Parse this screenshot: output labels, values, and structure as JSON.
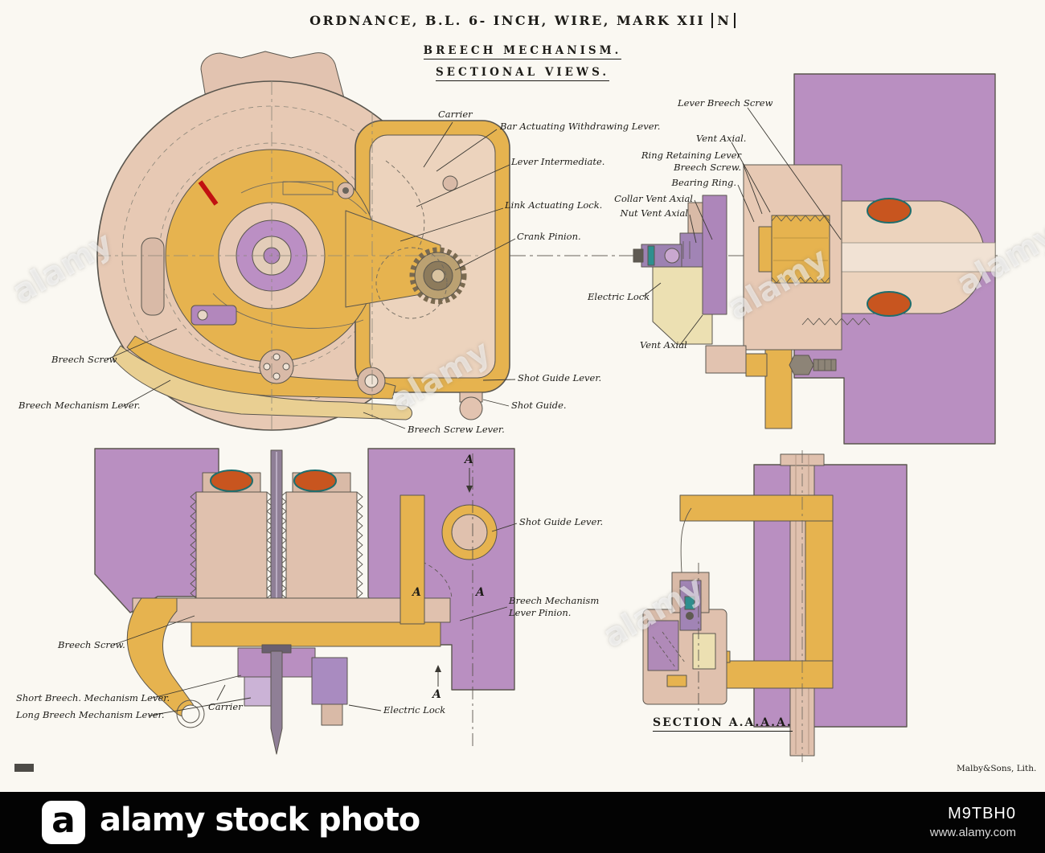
{
  "title": {
    "line1": "ORDNANCE, B.L. 6- INCH, WIRE, MARK XII",
    "mark_letter": "N",
    "line2": "BREECH MECHANISM.",
    "line3": "SECTIONAL VIEWS."
  },
  "labels": {
    "carrier_top": "Carrier",
    "bar_actuating_withdrawing_lever": "Bar Actuating Withdrawing Lever.",
    "lever_intermediate": "Lever Intermediate.",
    "link_actuating_lock": "Link Actuating Lock.",
    "crank_pinion": "Crank Pinion.",
    "breech_screw_top": "Breech Screw",
    "breech_mechanism_lever": "Breech Mechanism Lever.",
    "shot_guide_lever_top": "Shot Guide Lever.",
    "shot_guide": "Shot Guide.",
    "breech_screw_lever": "Breech Screw Lever.",
    "lever_breech_screw": "Lever Breech Screw",
    "vent_axial_top": "Vent Axial.",
    "ring_retaining": "Ring Retaining Lever\nBreech Screw.",
    "bearing_ring": "Bearing Ring.",
    "collar_vent_axial": "Collar Vent Axial",
    "nut_vent_axial": "Nut Vent Axial",
    "electric_lock_right": "Electric Lock",
    "vent_axial_bottom": "Vent Axial",
    "shot_guide_lever_bottom": "Shot Guide Lever.",
    "breech_mechanism_lever_pinion": "Breech Mechanism\nLever Pinion.",
    "breech_screw_bottom": "Breech Screw.",
    "short_breech_mechanism_lever": "Short Breech. Mechanism Lever.",
    "long_breech_mechanism_lever": "Long Breech Mechanism Lever.",
    "carrier_bottom": "Carrier",
    "electric_lock_bottom": "Electric Lock",
    "section_mark": "A",
    "section_title": "SECTION A.A.A.A."
  },
  "credit": "Malby&Sons, Lith.",
  "watermark": "alamy",
  "footer": {
    "logo_letter": "a",
    "brand": "alamy stock photo",
    "image_id": "M9TBH0",
    "website": "www.alamy.com"
  }
}
